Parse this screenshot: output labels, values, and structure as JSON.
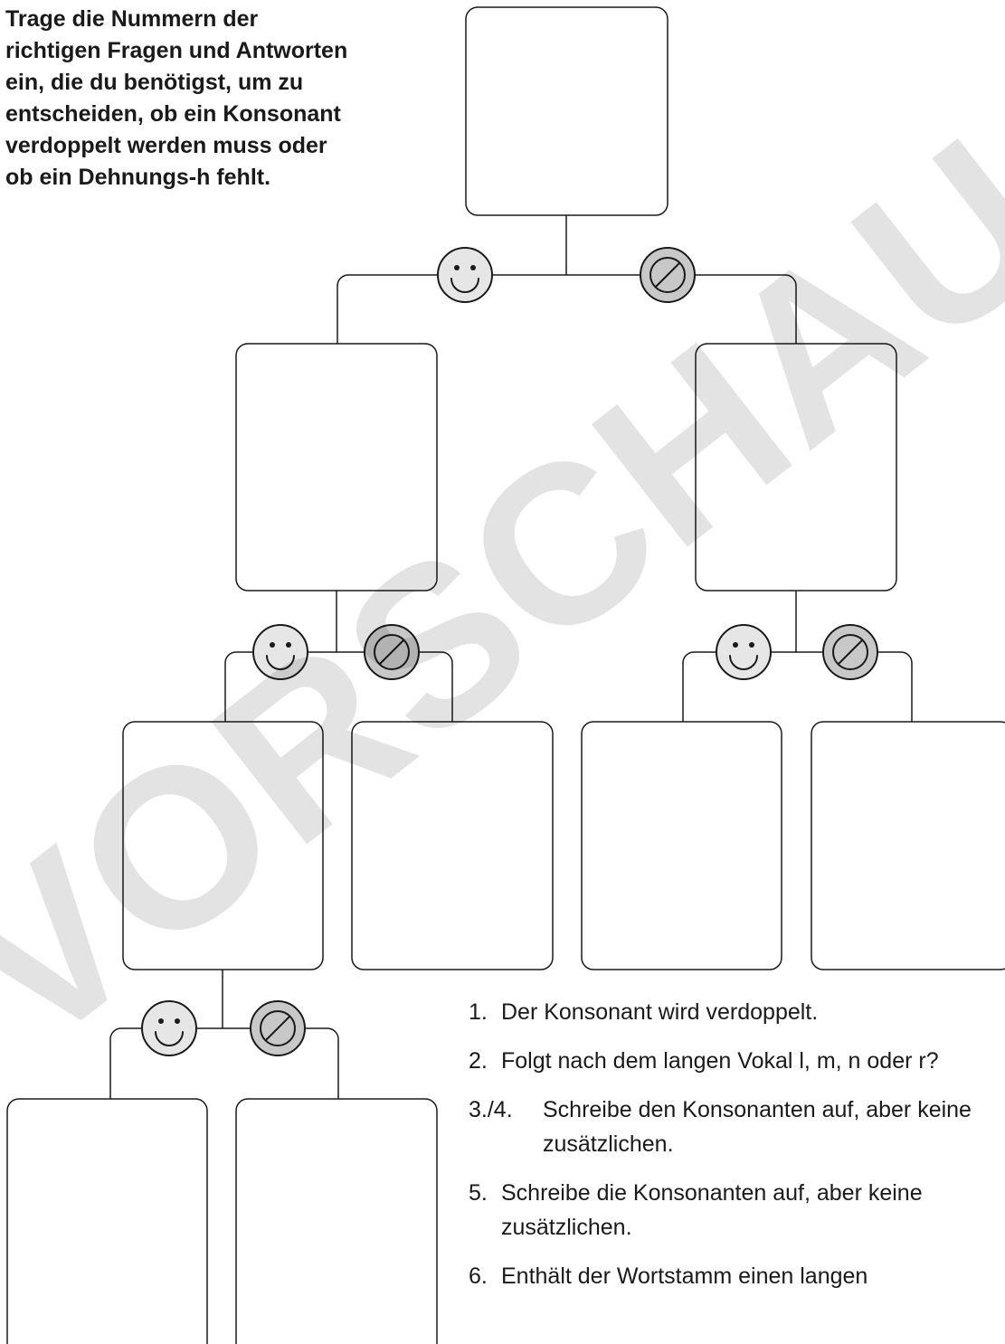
{
  "instructions": {
    "lines": [
      "Trage die Nummern der",
      "richtigen Fragen und Antworten",
      "ein, die du benötigst, um zu",
      "entscheiden, ob ein Konsonant",
      "verdoppelt werden muss oder",
      "ob ein Dehnungs-h fehlt."
    ]
  },
  "answers": [
    {
      "number": "1.",
      "text": "Der Konsonant wird verdoppelt."
    },
    {
      "number": "2.",
      "text": "Folgt nach dem langen Vokal l, m, n oder r?"
    },
    {
      "number": "3./4.",
      "text": "Schreibe den Konsonanten auf, aber keine zusätzlichen."
    },
    {
      "number": "5.",
      "text": "Schreibe die Konsonanten auf, aber keine zusätzlichen."
    },
    {
      "number": "6.",
      "text": "Enthält der Wortstamm einen langen"
    }
  ],
  "icons": {
    "yes": "smiley-icon",
    "no": "prohibited-icon",
    "yes_fill": "#e6e6e6",
    "no_fill": "#c8c8c8"
  },
  "watermark": "VORSCHAU"
}
